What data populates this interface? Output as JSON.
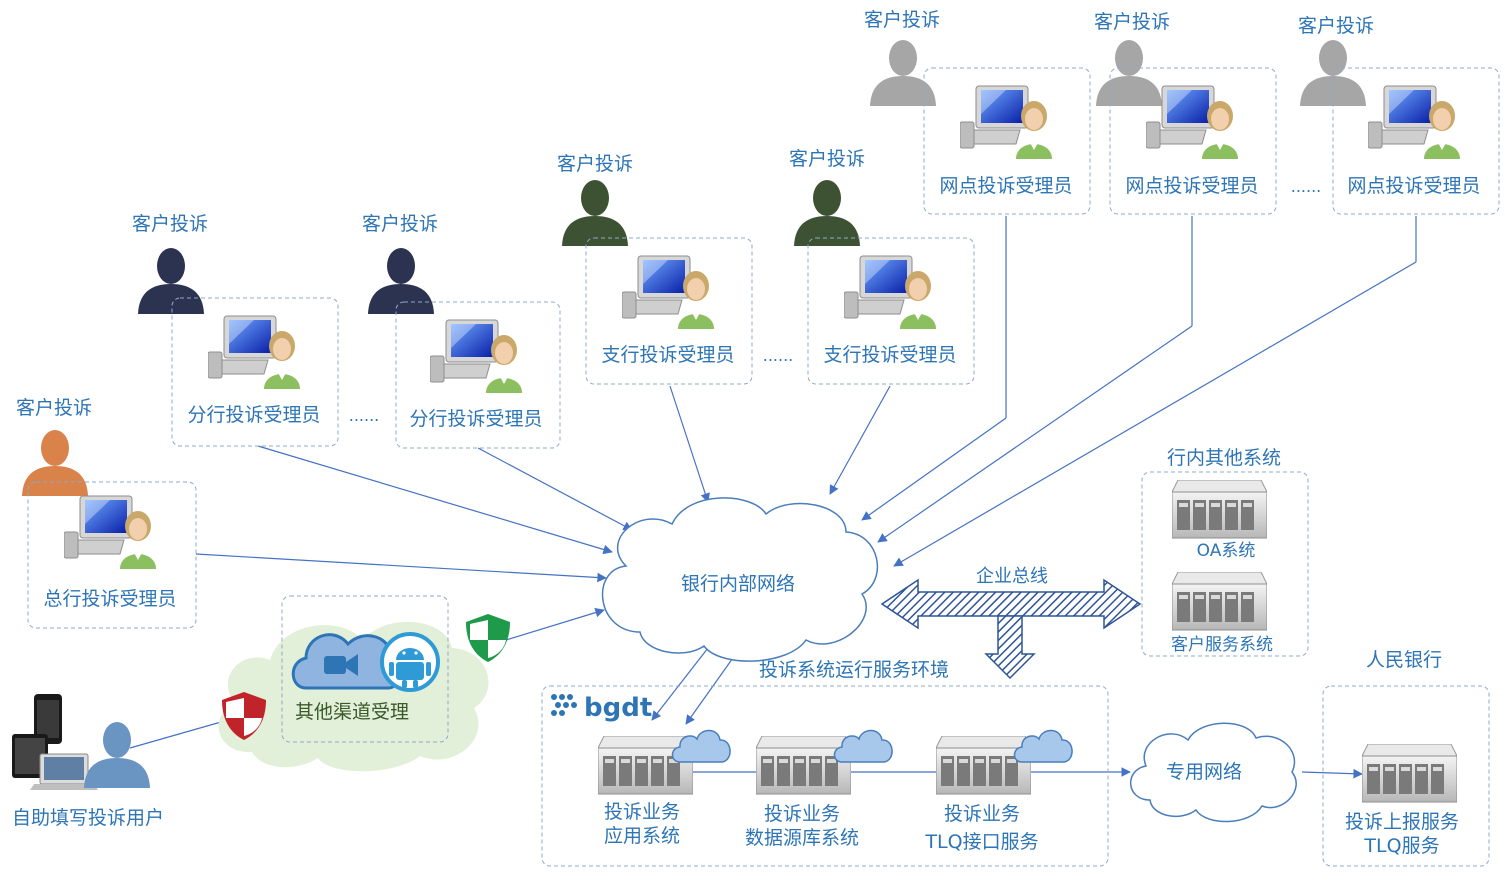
{
  "complaint_label": "客户投诉",
  "ellipsis": "......",
  "head_office": {
    "handler": "总行投诉受理员"
  },
  "branch": {
    "handler": "分行投诉受理员"
  },
  "sub_branch": {
    "handler": "支行投诉受理员"
  },
  "outlet": {
    "handler": "网点投诉受理员"
  },
  "internal_network": "银行内部网络",
  "other_channels": "其他渠道受理",
  "self_service_user": "自助填写投诉用户",
  "enterprise_bus": "企业总线",
  "other_systems": {
    "title": "行内其他系统",
    "oa": "OA系统",
    "customer_service": "客户服务系统"
  },
  "runtime_env": {
    "title": "投诉系统运行服务环境",
    "brand": "bgdt",
    "app_system": [
      "投诉业务",
      "应用系统"
    ],
    "data_system": [
      "投诉业务",
      "数据源库系统"
    ],
    "tlq_system": [
      "投诉业务",
      "TLQ接口服务"
    ]
  },
  "dedicated_network": "专用网络",
  "pboc": {
    "title": "人民银行",
    "service": [
      "投诉上报服务",
      "TLQ服务"
    ]
  },
  "colors": {
    "accent": "#2e75b6",
    "person_navy": "#2b3350",
    "person_green": "#3d5233",
    "person_gray": "#a6a6a6",
    "person_orange": "#d9824a",
    "person_blue": "#6a95c2",
    "shield_green": "#1e9a4a",
    "shield_red": "#c0242a"
  }
}
